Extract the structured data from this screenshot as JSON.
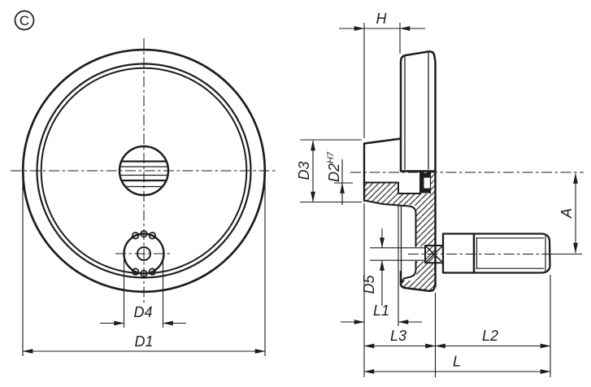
{
  "drawing": {
    "view_label": "C",
    "front_view": {
      "labels": {
        "d4": "D4",
        "d1": "D1"
      }
    },
    "side_view": {
      "labels": {
        "h": "H",
        "d3": "D3",
        "d2": "D2",
        "d2_tol": "H7",
        "d5": "D5",
        "l1": "L1",
        "l3": "L3",
        "l2": "L2",
        "l": "L",
        "a": "A"
      }
    },
    "style": {
      "line_color": "#1d1d1b",
      "background": "#ffffff"
    }
  }
}
